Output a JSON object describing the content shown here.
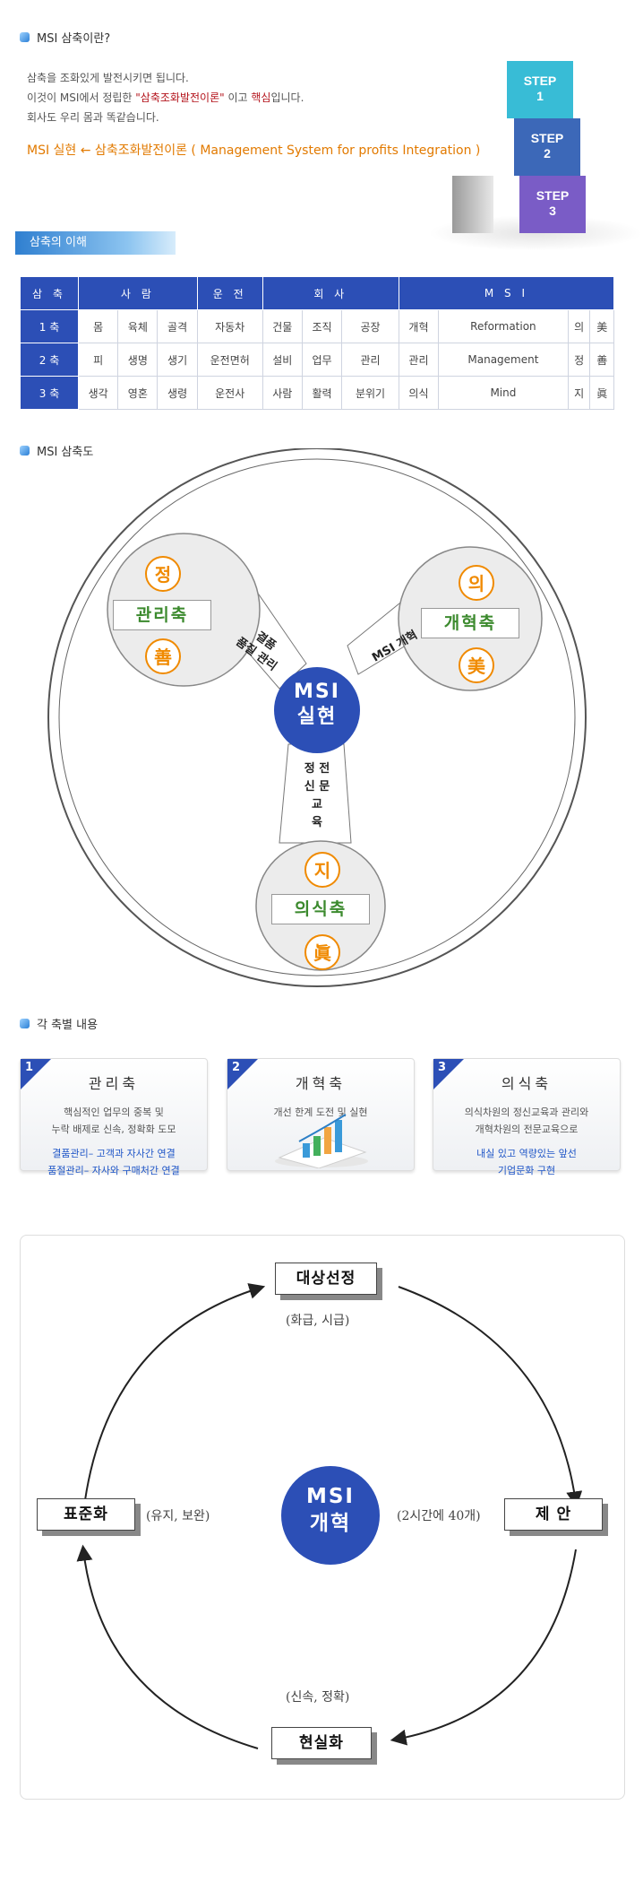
{
  "sections": {
    "msi_what": "MSI 삼축이란?",
    "understanding": "삼축의 이해",
    "diagram": "MSI 삼축도",
    "contents": "각 축별 내용"
  },
  "intro": {
    "line1": "삼축을 조화있게 발전시키면 됩니다.",
    "line2_pre": "이것이 MSI에서 정립한 ",
    "line2_em1": "\"삼축조화발전이론\"",
    "line2_mid": " 이고 ",
    "line2_em2": "핵심",
    "line2_post": "입니다.",
    "line3": "회사도 우리 몸과 똑같습니다.",
    "tagline": "MSI 실현 ← 삼축조화발전이론 ( Management System for profits Integration )"
  },
  "steps": [
    {
      "label": "STEP",
      "num": "1",
      "color": "#3ec7de"
    },
    {
      "label": "STEP",
      "num": "2",
      "color": "#3a67b8"
    },
    {
      "label": "STEP",
      "num": "3",
      "color": "#7a5bc4"
    }
  ],
  "table": {
    "headers": [
      "삼 축",
      "사 람",
      "운 전",
      "회 사",
      "M S I"
    ],
    "rows": [
      [
        "1 축",
        "몸",
        "육체",
        "골격",
        "자동차",
        "건물",
        "조직",
        "공장",
        "개혁",
        "Reformation",
        "의",
        "美"
      ],
      [
        "2 축",
        "피",
        "생명",
        "생기",
        "운전면허",
        "설비",
        "업무",
        "관리",
        "관리",
        "Management",
        "정",
        "善"
      ],
      [
        "3 축",
        "생각",
        "영혼",
        "생령",
        "운전사",
        "사람",
        "활력",
        "분위기",
        "의식",
        "Mind",
        "지",
        "眞"
      ]
    ]
  },
  "diagram": {
    "center_line1": "MSI",
    "center_line2": "실현",
    "left_top": "정",
    "left_axis": "관리축",
    "left_bottom": "善",
    "right_top": "의",
    "right_axis": "개혁축",
    "right_bottom": "美",
    "bottom_top": "지",
    "bottom_axis": "의식축",
    "bottom_bottom": "眞",
    "link_left_1": "결품",
    "link_left_2": "품질 관리",
    "link_right": "MSI 개혁",
    "link_bottom_1": "정 전",
    "link_bottom_2": "신 문",
    "link_bottom_3": "교",
    "link_bottom_4": "육"
  },
  "cards": [
    {
      "num": "1",
      "title": "관리축",
      "desc1": "핵심적인 업무의 중복 및",
      "desc2": "누락 배제로 신속, 정확화 도모",
      "b1": "결품관리– 고객과 자사간 연결",
      "b2": "품절관리– 자사와 구매처간 연결"
    },
    {
      "num": "2",
      "title": "개혁축",
      "desc1": "개선 한계 도전 및 실현"
    },
    {
      "num": "3",
      "title": "의식축",
      "desc1": "의식차원의 정신교육과 관리와",
      "desc2": "개혁차원의 전문교육으로",
      "b1": "내실 있고 역량있는 앞선",
      "b2": "기업문화 구현"
    }
  ],
  "cycle": {
    "center1": "MSI",
    "center2": "개혁",
    "top": "대상선정",
    "top_note": "(화급, 시급)",
    "right": "제  안",
    "right_note": "(2시간에 40개)",
    "bottom": "현실화",
    "bottom_note": "(신속, 정확)",
    "left": "표준화",
    "left_note": "(유지, 보완)"
  },
  "colors": {
    "accent_blue": "#2c4fb6",
    "gold": "#f08a00",
    "green": "#3c8a2e",
    "orange": "#e27a00",
    "red": "#b3121a"
  }
}
